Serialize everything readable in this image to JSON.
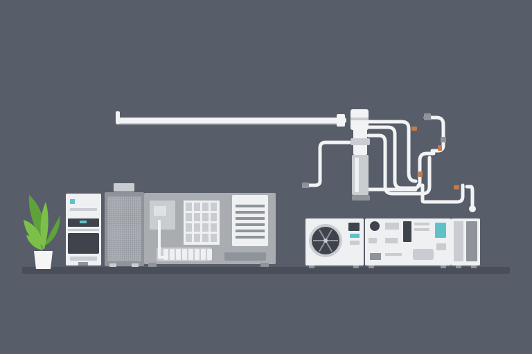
{
  "colors": {
    "background": "#575d69",
    "shelf": "#494e58",
    "pipe": "#f2f3f4",
    "pipe_shadow": "#c9ccd1",
    "panel_light": "#eef0f2",
    "panel_mid": "#c9ccd0",
    "panel_dark": "#8f949b",
    "unit_gray": "#a9adb2",
    "accent_teal": "#5fc2c9",
    "accent_copper": "#c57a4a",
    "leaf": "#7cc04a",
    "leaf_dark": "#5fa23a",
    "pot": "#f5f5f5",
    "fan_dark": "#3f444c"
  },
  "objects": {
    "plant": "potted-plant-icon",
    "tower": "white-tower-unit",
    "radiator": "grille-cabinet",
    "machinery": "gray-machine-block",
    "pipes": "overhead-pipe-network",
    "column": "vertical-filter-column",
    "outdoor_unit": "fan-condenser-unit"
  }
}
